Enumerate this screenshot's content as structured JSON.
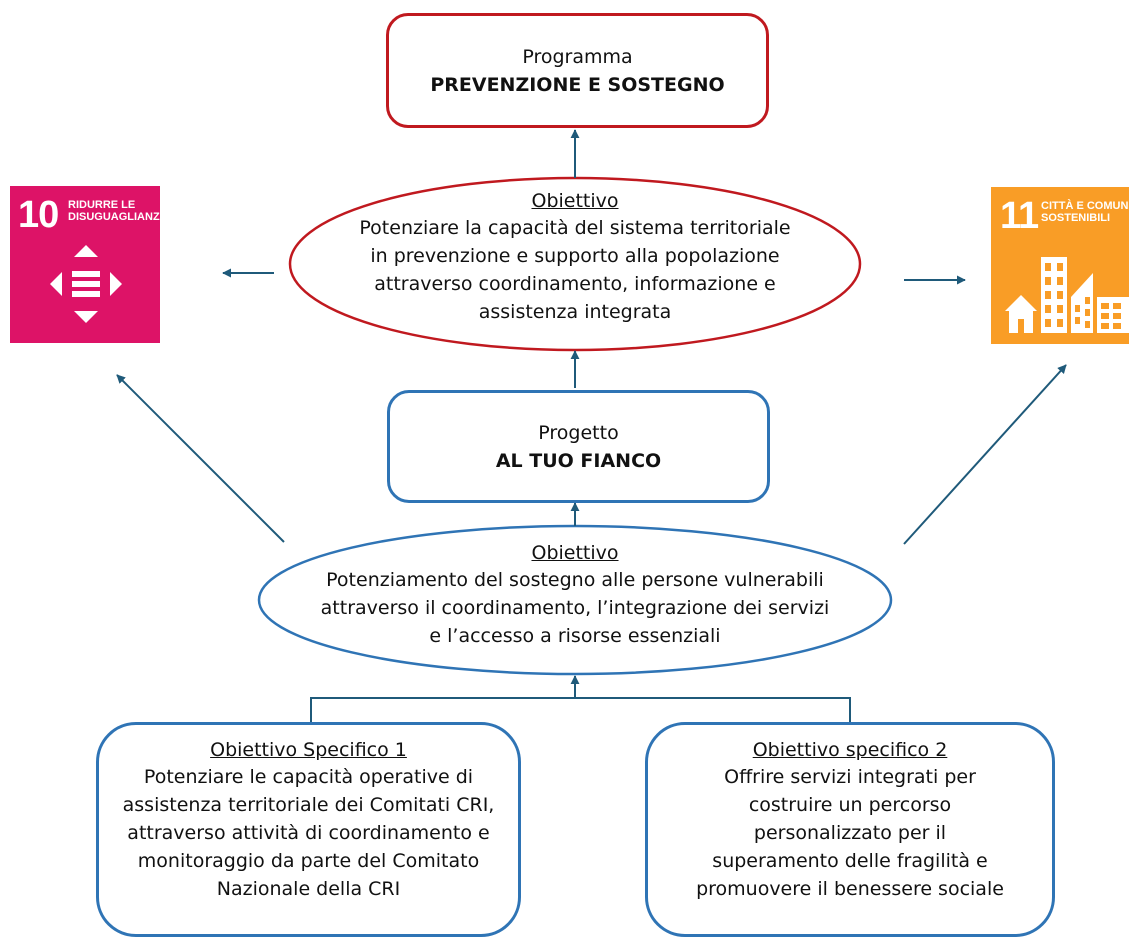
{
  "programma": {
    "label": "Programma",
    "title": "PREVENZIONE E SOSTEGNO"
  },
  "obiettivo_programma": {
    "heading": "Obiettivo",
    "lines": [
      "Potenziare la capacità del sistema territoriale",
      "in prevenzione e supporto alla popolazione",
      "attraverso coordinamento, informazione e",
      "assistenza integrata"
    ]
  },
  "progetto": {
    "label": "Progetto",
    "title": "AL TUO FIANCO"
  },
  "obiettivo_progetto": {
    "heading": "Obiettivo",
    "lines": [
      "Potenziamento del sostegno alle persone vulnerabili",
      "attraverso il coordinamento, l’integrazione dei servizi",
      "e l’accesso a risorse essenziali"
    ]
  },
  "specifico_1": {
    "heading": "Obiettivo Specifico 1",
    "lines": [
      "Potenziare le capacità operative di",
      "assistenza territoriale dei Comitati CRI,",
      "attraverso attività di coordinamento e",
      "monitoraggio da parte del Comitato",
      "Nazionale della CRI"
    ]
  },
  "specifico_2": {
    "heading": "Obiettivo specifico 2",
    "lines": [
      "Offrire servizi integrati per",
      "costruire un percorso",
      "personalizzato per il",
      "superamento delle fragilità e",
      "promuovere il benessere sociale"
    ]
  },
  "sdg10": {
    "number": "10",
    "label_line1": "RIDURRE LE",
    "label_line2": "DISUGUAGLIANZE",
    "color": "#dd1367"
  },
  "sdg11": {
    "number": "11",
    "label_line1": "CITTÀ E COMUNITÀ",
    "label_line2": "SOSTENIBILI",
    "color": "#f99d26"
  },
  "colors": {
    "red": "#c0191f",
    "blue": "#2f74b5",
    "arrow": "#1f5a7a"
  }
}
